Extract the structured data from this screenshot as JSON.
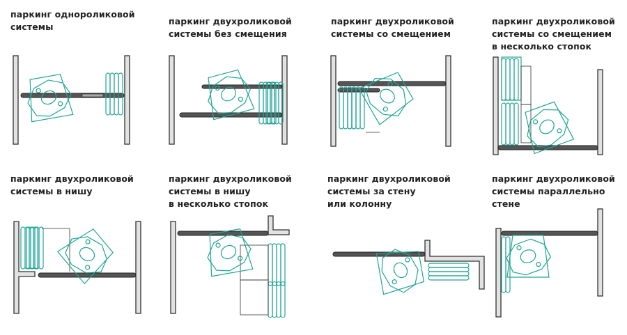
{
  "panels": [
    {
      "lines": [
        "паркинг однороликовой",
        "системы"
      ]
    },
    {
      "lines": [
        "паркинг двухроликовой",
        "системы без смещения"
      ]
    },
    {
      "lines": [
        "паркинг двухроликовой",
        "системы со смещением"
      ]
    },
    {
      "lines": [
        "паркинг двухроликовой",
        "системы со смещением",
        "в несколько стопок"
      ]
    },
    {
      "lines": [
        "паркинг двухроликовой",
        "системы в нишу"
      ]
    },
    {
      "lines": [
        "паркинг двухроликовой",
        "системы в нишу",
        "в несколько стопок"
      ]
    },
    {
      "lines": [
        "паркинг двухроликовой",
        "системы за стену",
        "или колонну"
      ]
    },
    {
      "lines": [
        "паркинг двухроликовой",
        "системы параллельно",
        "стене"
      ]
    }
  ],
  "colors": {
    "accent": "#1fa596",
    "wall": "#e2e2e2",
    "rail": "#555555"
  }
}
